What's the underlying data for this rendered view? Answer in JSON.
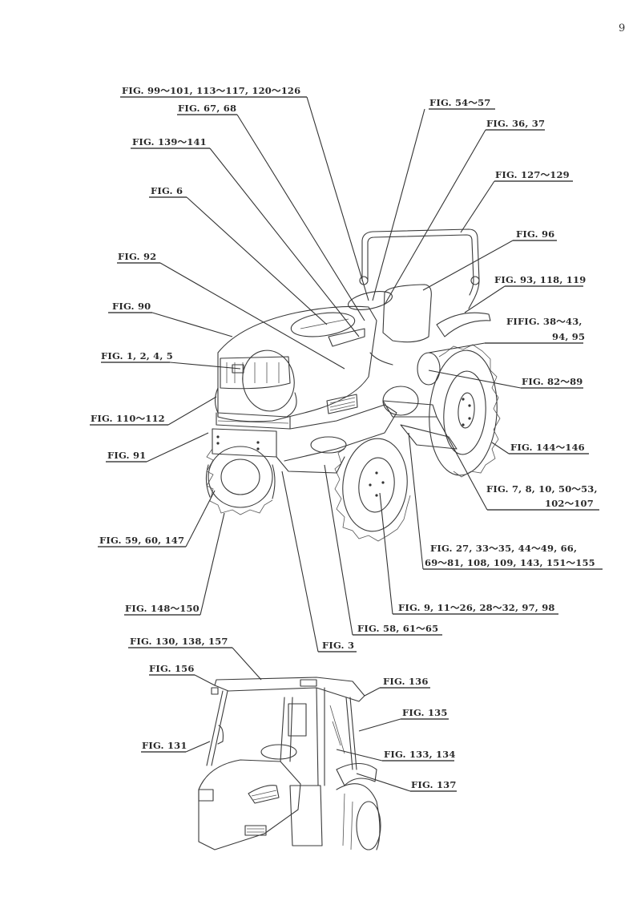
{
  "page": {
    "number": "9"
  },
  "main_figure": {
    "labels": [
      {
        "id": "l1",
        "text": "FIG. 99～101, 113～117, 120～126"
      },
      {
        "id": "l2",
        "text": "FIG. 67, 68"
      },
      {
        "id": "l3",
        "text": "FIG. 139～141"
      },
      {
        "id": "l4",
        "text": "FIG. 6"
      },
      {
        "id": "l5",
        "text": "FIG. 92"
      },
      {
        "id": "l6",
        "text": "FIG. 90"
      },
      {
        "id": "l7",
        "text": "FIG. 1, 2, 4, 5"
      },
      {
        "id": "l8",
        "text": "FIG. 110～112"
      },
      {
        "id": "l9",
        "text": "FIG. 91"
      },
      {
        "id": "l10",
        "text": "FIG. 59, 60, 147"
      },
      {
        "id": "l11",
        "text": "FIG. 148～150"
      },
      {
        "id": "l12",
        "text": "FIG. 54～57"
      },
      {
        "id": "l13",
        "text": "FIG. 36, 37"
      },
      {
        "id": "l14",
        "text": "FIG. 127～129"
      },
      {
        "id": "l15",
        "text": "FIG. 96"
      },
      {
        "id": "l16",
        "text": "FIG. 93, 118, 119"
      },
      {
        "id": "l17a",
        "text": "FIFIG. 38～43,"
      },
      {
        "id": "l17b",
        "text": "94, 95"
      },
      {
        "id": "l18",
        "text": "FIG. 82～89"
      },
      {
        "id": "l19",
        "text": "FIG. 144～146"
      },
      {
        "id": "l20a",
        "text": "FIG. 7, 8, 10, 50～53,"
      },
      {
        "id": "l20b",
        "text": "102～107"
      },
      {
        "id": "l21a",
        "text": "FIG. 27, 33～35, 44～49, 66,"
      },
      {
        "id": "l21b",
        "text": "69～81, 108, 109, 143, 151～155"
      },
      {
        "id": "l22",
        "text": "FIG. 9, 11～26, 28～32, 97, 98"
      },
      {
        "id": "l23",
        "text": "FIG. 58, 61～65"
      },
      {
        "id": "l24",
        "text": "FIG. 3"
      }
    ]
  },
  "cab_figure": {
    "labels": [
      {
        "id": "c1",
        "text": "FIG. 130, 138, 157"
      },
      {
        "id": "c2",
        "text": "FIG. 156"
      },
      {
        "id": "c3",
        "text": "FIG. 131"
      },
      {
        "id": "c4",
        "text": "FIG. 136"
      },
      {
        "id": "c5",
        "text": "FIG. 135"
      },
      {
        "id": "c6",
        "text": "FIG. 133, 134"
      },
      {
        "id": "c7",
        "text": "FIG. 137"
      }
    ]
  }
}
